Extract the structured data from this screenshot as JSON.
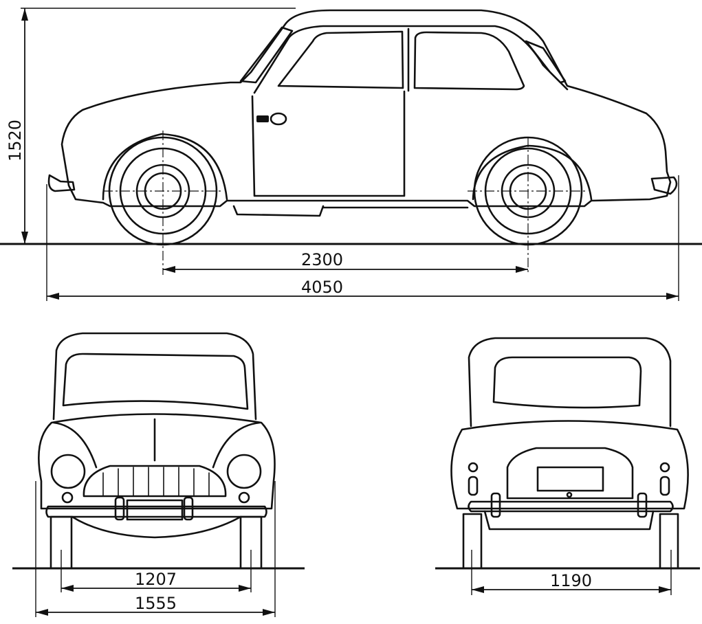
{
  "dimensions": {
    "height": "1520",
    "wheelbase": "2300",
    "length": "4050",
    "front_track": "1207",
    "width": "1555",
    "rear_track": "1190"
  }
}
